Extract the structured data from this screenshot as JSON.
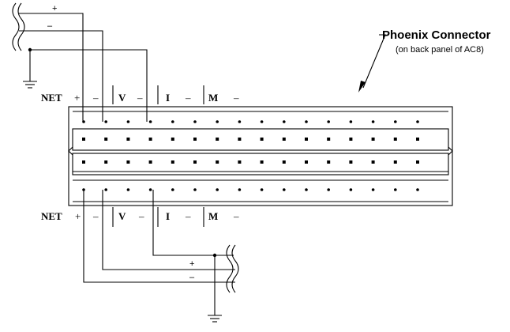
{
  "callout": {
    "title": "Phoenix Connector",
    "subtitle": "(on back panel of AC8)"
  },
  "top_row": {
    "net": "NET",
    "plus": "+",
    "minus": "–",
    "v": "V",
    "v_minus": "–",
    "i": "I",
    "i_minus": "–",
    "m": "M",
    "m_minus": "–"
  },
  "bottom_row": {
    "net": "NET",
    "plus": "+",
    "minus": "–",
    "v": "V",
    "v_minus": "–",
    "i": "I",
    "i_minus": "–",
    "m": "M",
    "m_minus": "–"
  },
  "top_cable": {
    "plus": "+",
    "minus": "–"
  },
  "bottom_cable": {
    "plus": "+",
    "minus": "–"
  }
}
